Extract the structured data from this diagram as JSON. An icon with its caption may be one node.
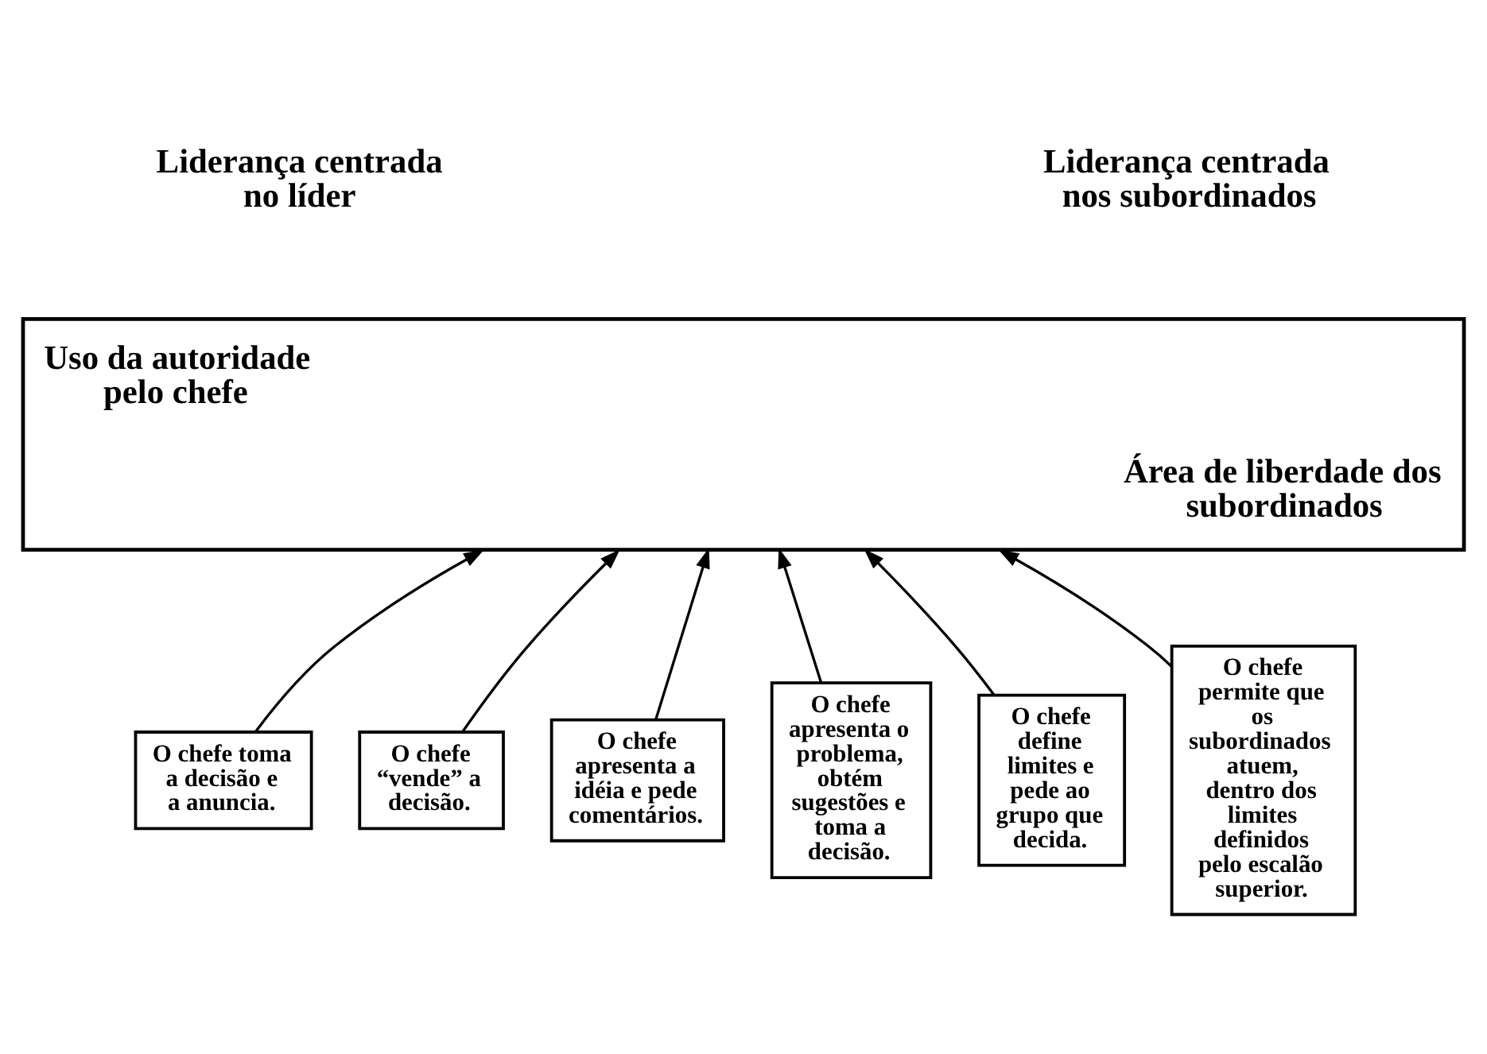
{
  "diagram": {
    "nodes": [
      {
        "text": [
          "Uso da autoridade pelo chefe",
          "Área de liberdade dos subordinados"
        ]
      },
      {
        "text": [
          "O chefe toma a decisão e a anuncia."
        ]
      },
      {
        "text": [
          "O chefe “vende” a decisão."
        ]
      },
      {
        "text": [
          "O chefe apresenta a idéia e pede comentários."
        ]
      },
      {
        "text": [
          "O chefe apresenta o problema, obtém sugestões e toma a decisão."
        ]
      },
      {
        "text": [
          "O chefe define limites e pede ao grupo que decida."
        ]
      },
      {
        "text": [
          "O chefe permite que os subordinados atuem, dentro dos limites definidos pelo escalão superior."
        ]
      }
    ],
    "edges": [
      {
        "from": 1,
        "to": 0,
        "arrow": "to"
      },
      {
        "from": 2,
        "to": 0,
        "arrow": "to"
      },
      {
        "from": 3,
        "to": 0,
        "arrow": "to"
      },
      {
        "from": 4,
        "to": 0,
        "arrow": "to"
      },
      {
        "from": 5,
        "to": 0,
        "arrow": "to"
      },
      {
        "from": 6,
        "to": 0,
        "arrow": "to"
      }
    ],
    "labels": [
      "Liderança centrada no líder",
      "Liderança centrada nos subordinados"
    ]
  }
}
